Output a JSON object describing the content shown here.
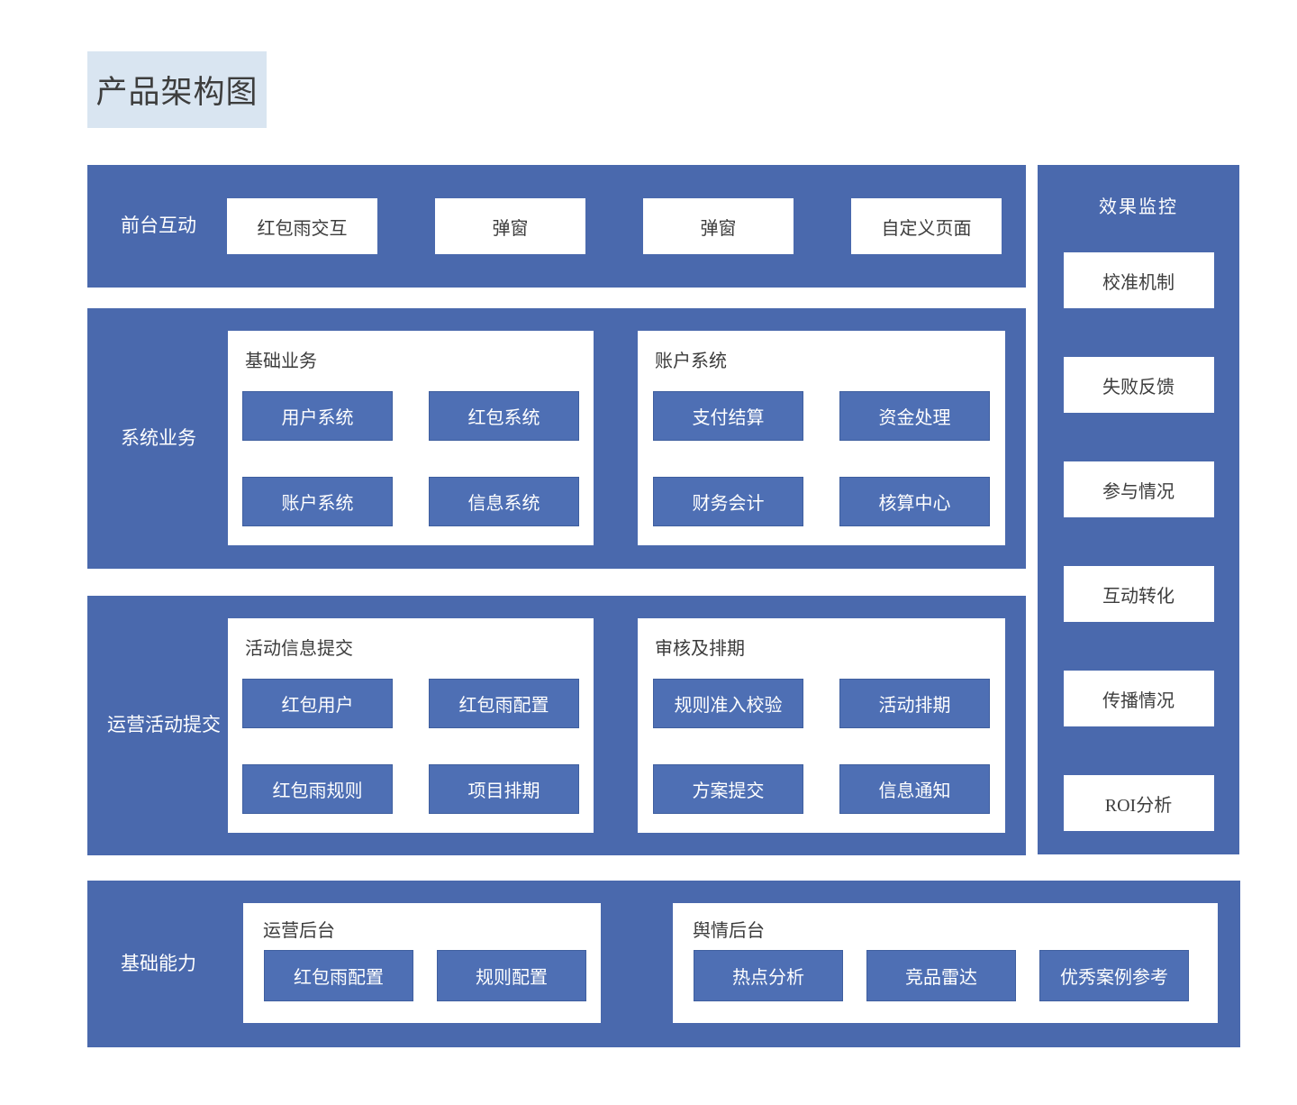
{
  "page": {
    "title": "产品架构图"
  },
  "colors": {
    "band_blue": "#4a69ad",
    "module_blue": "#4e6fb4",
    "title_chip_bg": "#d9e5f1",
    "panel_white": "#ffffff",
    "dark_text": "#3d3d3d"
  },
  "rows": [
    {
      "label": "前台互动",
      "items": [
        "红包雨交互",
        "弹窗",
        "弹窗",
        "自定义页面"
      ]
    },
    {
      "label": "系统业务",
      "groups": [
        {
          "title": "基础业务",
          "items": [
            "用户系统",
            "红包系统",
            "账户系统",
            "信息系统"
          ]
        },
        {
          "title": "账户系统",
          "items": [
            "支付结算",
            "资金处理",
            "财务会计",
            "核算中心"
          ]
        }
      ]
    },
    {
      "label": "运营活动提交",
      "groups": [
        {
          "title": "活动信息提交",
          "items": [
            "红包用户",
            "红包雨配置",
            "红包雨规则",
            "项目排期"
          ]
        },
        {
          "title": "审核及排期",
          "items": [
            "规则准入校验",
            "活动排期",
            "方案提交",
            "信息通知"
          ]
        }
      ]
    },
    {
      "label": "基础能力",
      "groups": [
        {
          "title": "运营后台",
          "items": [
            "红包雨配置",
            "规则配置"
          ]
        },
        {
          "title": "舆情后台",
          "items": [
            "热点分析",
            "竞品雷达",
            "优秀案例参考"
          ]
        }
      ]
    }
  ],
  "monitor": {
    "title": "效果监控",
    "items": [
      "校准机制",
      "失败反馈",
      "参与情况",
      "互动转化",
      "传播情况",
      "ROI分析"
    ]
  }
}
